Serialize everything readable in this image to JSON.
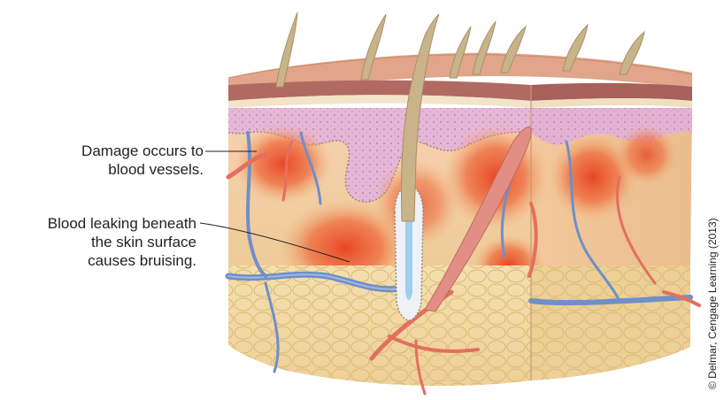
{
  "labels": {
    "damage_line1": "Damage occurs to",
    "damage_line2": "blood vessels.",
    "bruise_line1": "Blood leaking beneath",
    "bruise_line2": "the skin surface",
    "bruise_line3": "causes bruising."
  },
  "credit": "© Delmar, Cengage Learning (2013)",
  "colors": {
    "epidermis": "#b06a62",
    "dermis_papillary": "#e4b6d6",
    "dermis": "#f0c9a0",
    "fat": "#f1d9a3",
    "bruise": "#e9482a",
    "vein": "#6f8fc9",
    "artery": "#e46f5e",
    "hair": "#c9b48a"
  }
}
